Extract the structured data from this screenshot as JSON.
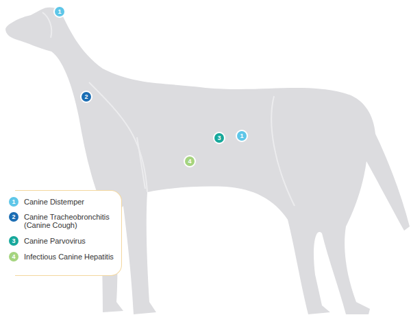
{
  "diagram": {
    "labels": [
      "1",
      "2",
      "3",
      "1",
      "4",
      "1",
      "2",
      "3",
      "4"
    ],
    "legend": [
      {
        "text": "Canine Distemper",
        "color": "#5ec6e8"
      },
      {
        "text": "Canine Tracheobronchitis (Canine Cough)",
        "color": "#1b6db3"
      },
      {
        "text": "Canine Parvovirus",
        "color": "#17a89b"
      },
      {
        "text": "Infectious Canine Hepatitis",
        "color": "#a5d47f"
      }
    ]
  }
}
